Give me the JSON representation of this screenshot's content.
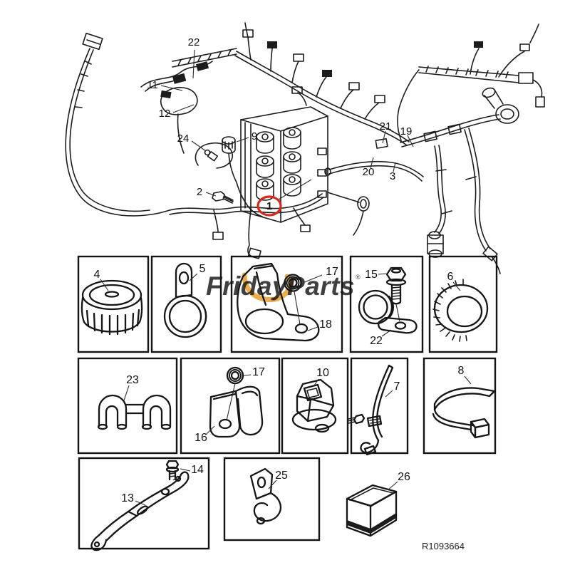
{
  "brand": {
    "name": "FridayParts",
    "registered": "®",
    "blue": "#4a6fad",
    "yellow": "#eaa43c"
  },
  "ref_code": "R1093664",
  "harness": {
    "callouts": [
      "22",
      "11",
      "12",
      "24",
      "9",
      "2",
      "1",
      "21",
      "19",
      "20",
      "3"
    ],
    "highlight": {
      "label": "1",
      "color": "#d8271c"
    }
  },
  "grid": {
    "boxes": [
      {
        "part": "ribbed-cap",
        "labels": [
          "4"
        ]
      },
      {
        "part": "loop-clamp",
        "labels": [
          "5"
        ]
      },
      {
        "part": "bracket-with-grommet",
        "labels": [
          "17",
          "18"
        ]
      },
      {
        "part": "clamp-and-bolt",
        "labels": [
          "15",
          "22"
        ]
      },
      {
        "part": "ribbed-ring",
        "labels": [
          "6"
        ]
      },
      {
        "part": "double-clip",
        "labels": [
          "23"
        ]
      },
      {
        "part": "clip-with-nut",
        "labels": [
          "17",
          "16"
        ]
      },
      {
        "part": "sensor-plug",
        "labels": [
          "10"
        ]
      },
      {
        "part": "tie-strap",
        "labels": [
          "7"
        ]
      },
      {
        "part": "cable-tie",
        "labels": [
          "8"
        ]
      },
      {
        "part": "bracket-and-bolt",
        "labels": [
          "13",
          "14"
        ]
      },
      {
        "part": "hook-clamp",
        "labels": [
          "25"
        ]
      },
      {
        "part": "relay-box",
        "labels": [
          "26"
        ]
      }
    ]
  }
}
